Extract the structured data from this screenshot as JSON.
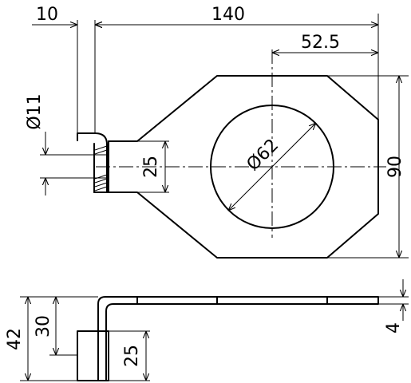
{
  "top_view": {
    "dim_flange_thickness": "10",
    "dim_overall_length": "140",
    "dim_hole_offset": "52.5",
    "dim_bore_diameter": "Ø11",
    "dim_bore_height": "25",
    "dim_hole_diameter": "Ø62",
    "dim_plate_width": "90"
  },
  "side_view": {
    "dim_total_height": "42",
    "dim_arm_height": "30",
    "dim_flange_height": "25",
    "dim_plate_thickness": "4"
  }
}
